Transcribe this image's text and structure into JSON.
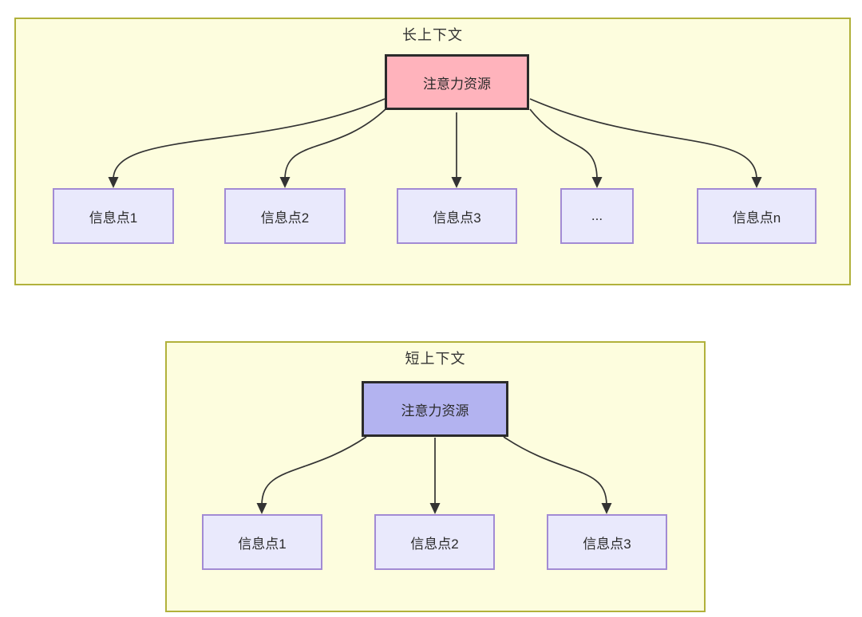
{
  "diagram": {
    "description_type": "attention-resource comparison diagram",
    "sections": [
      {
        "title": "长上下文",
        "root": {
          "label": "注意力资源",
          "fill": "#ffb3bc"
        },
        "children": [
          {
            "label": "信息点1"
          },
          {
            "label": "信息点2"
          },
          {
            "label": "信息点3"
          },
          {
            "label": "..."
          },
          {
            "label": "信息点n"
          }
        ]
      },
      {
        "title": "短上下文",
        "root": {
          "label": "注意力资源",
          "fill": "#b3b3f0"
        },
        "children": [
          {
            "label": "信息点1"
          },
          {
            "label": "信息点2"
          },
          {
            "label": "信息点3"
          }
        ]
      }
    ],
    "colors": {
      "page_background": "#ffffff",
      "container_fill": "#fdfdde",
      "container_border": "#b1b13b",
      "root_border": "#2b2b2b",
      "long_root_fill": "#ffb3bc",
      "short_root_fill": "#b3b3f0",
      "child_fill": "#e9e9fc",
      "child_border": "#a28bd4",
      "arrow": "#333333",
      "text": "#333333"
    }
  }
}
